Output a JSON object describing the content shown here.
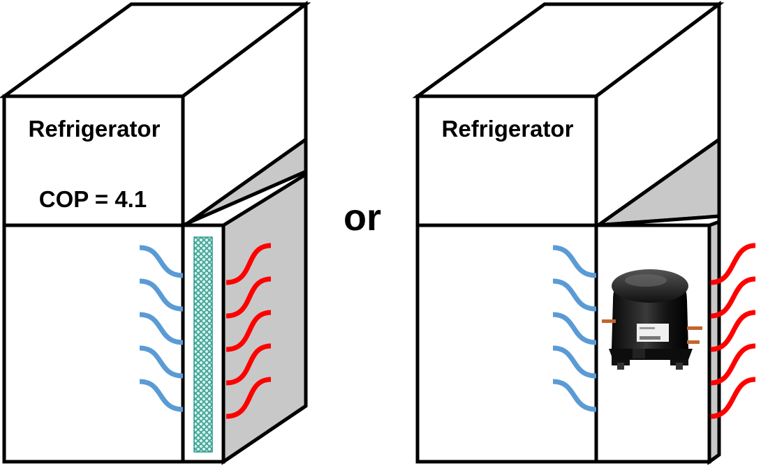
{
  "left_fridge": {
    "title": "Refrigerator",
    "cop_label": "COP = 4.1"
  },
  "connector_text": "or",
  "right_fridge": {
    "title": "Refrigerator"
  },
  "colors": {
    "cold_waves": "#5b9bd5",
    "hot_waves": "#ff0000",
    "panel_grey": "#c8c8c8",
    "membrane": "#7fd0c4"
  },
  "icons": {
    "left_device": "porous-membrane-strip-icon",
    "right_device": "compressor-icon"
  }
}
